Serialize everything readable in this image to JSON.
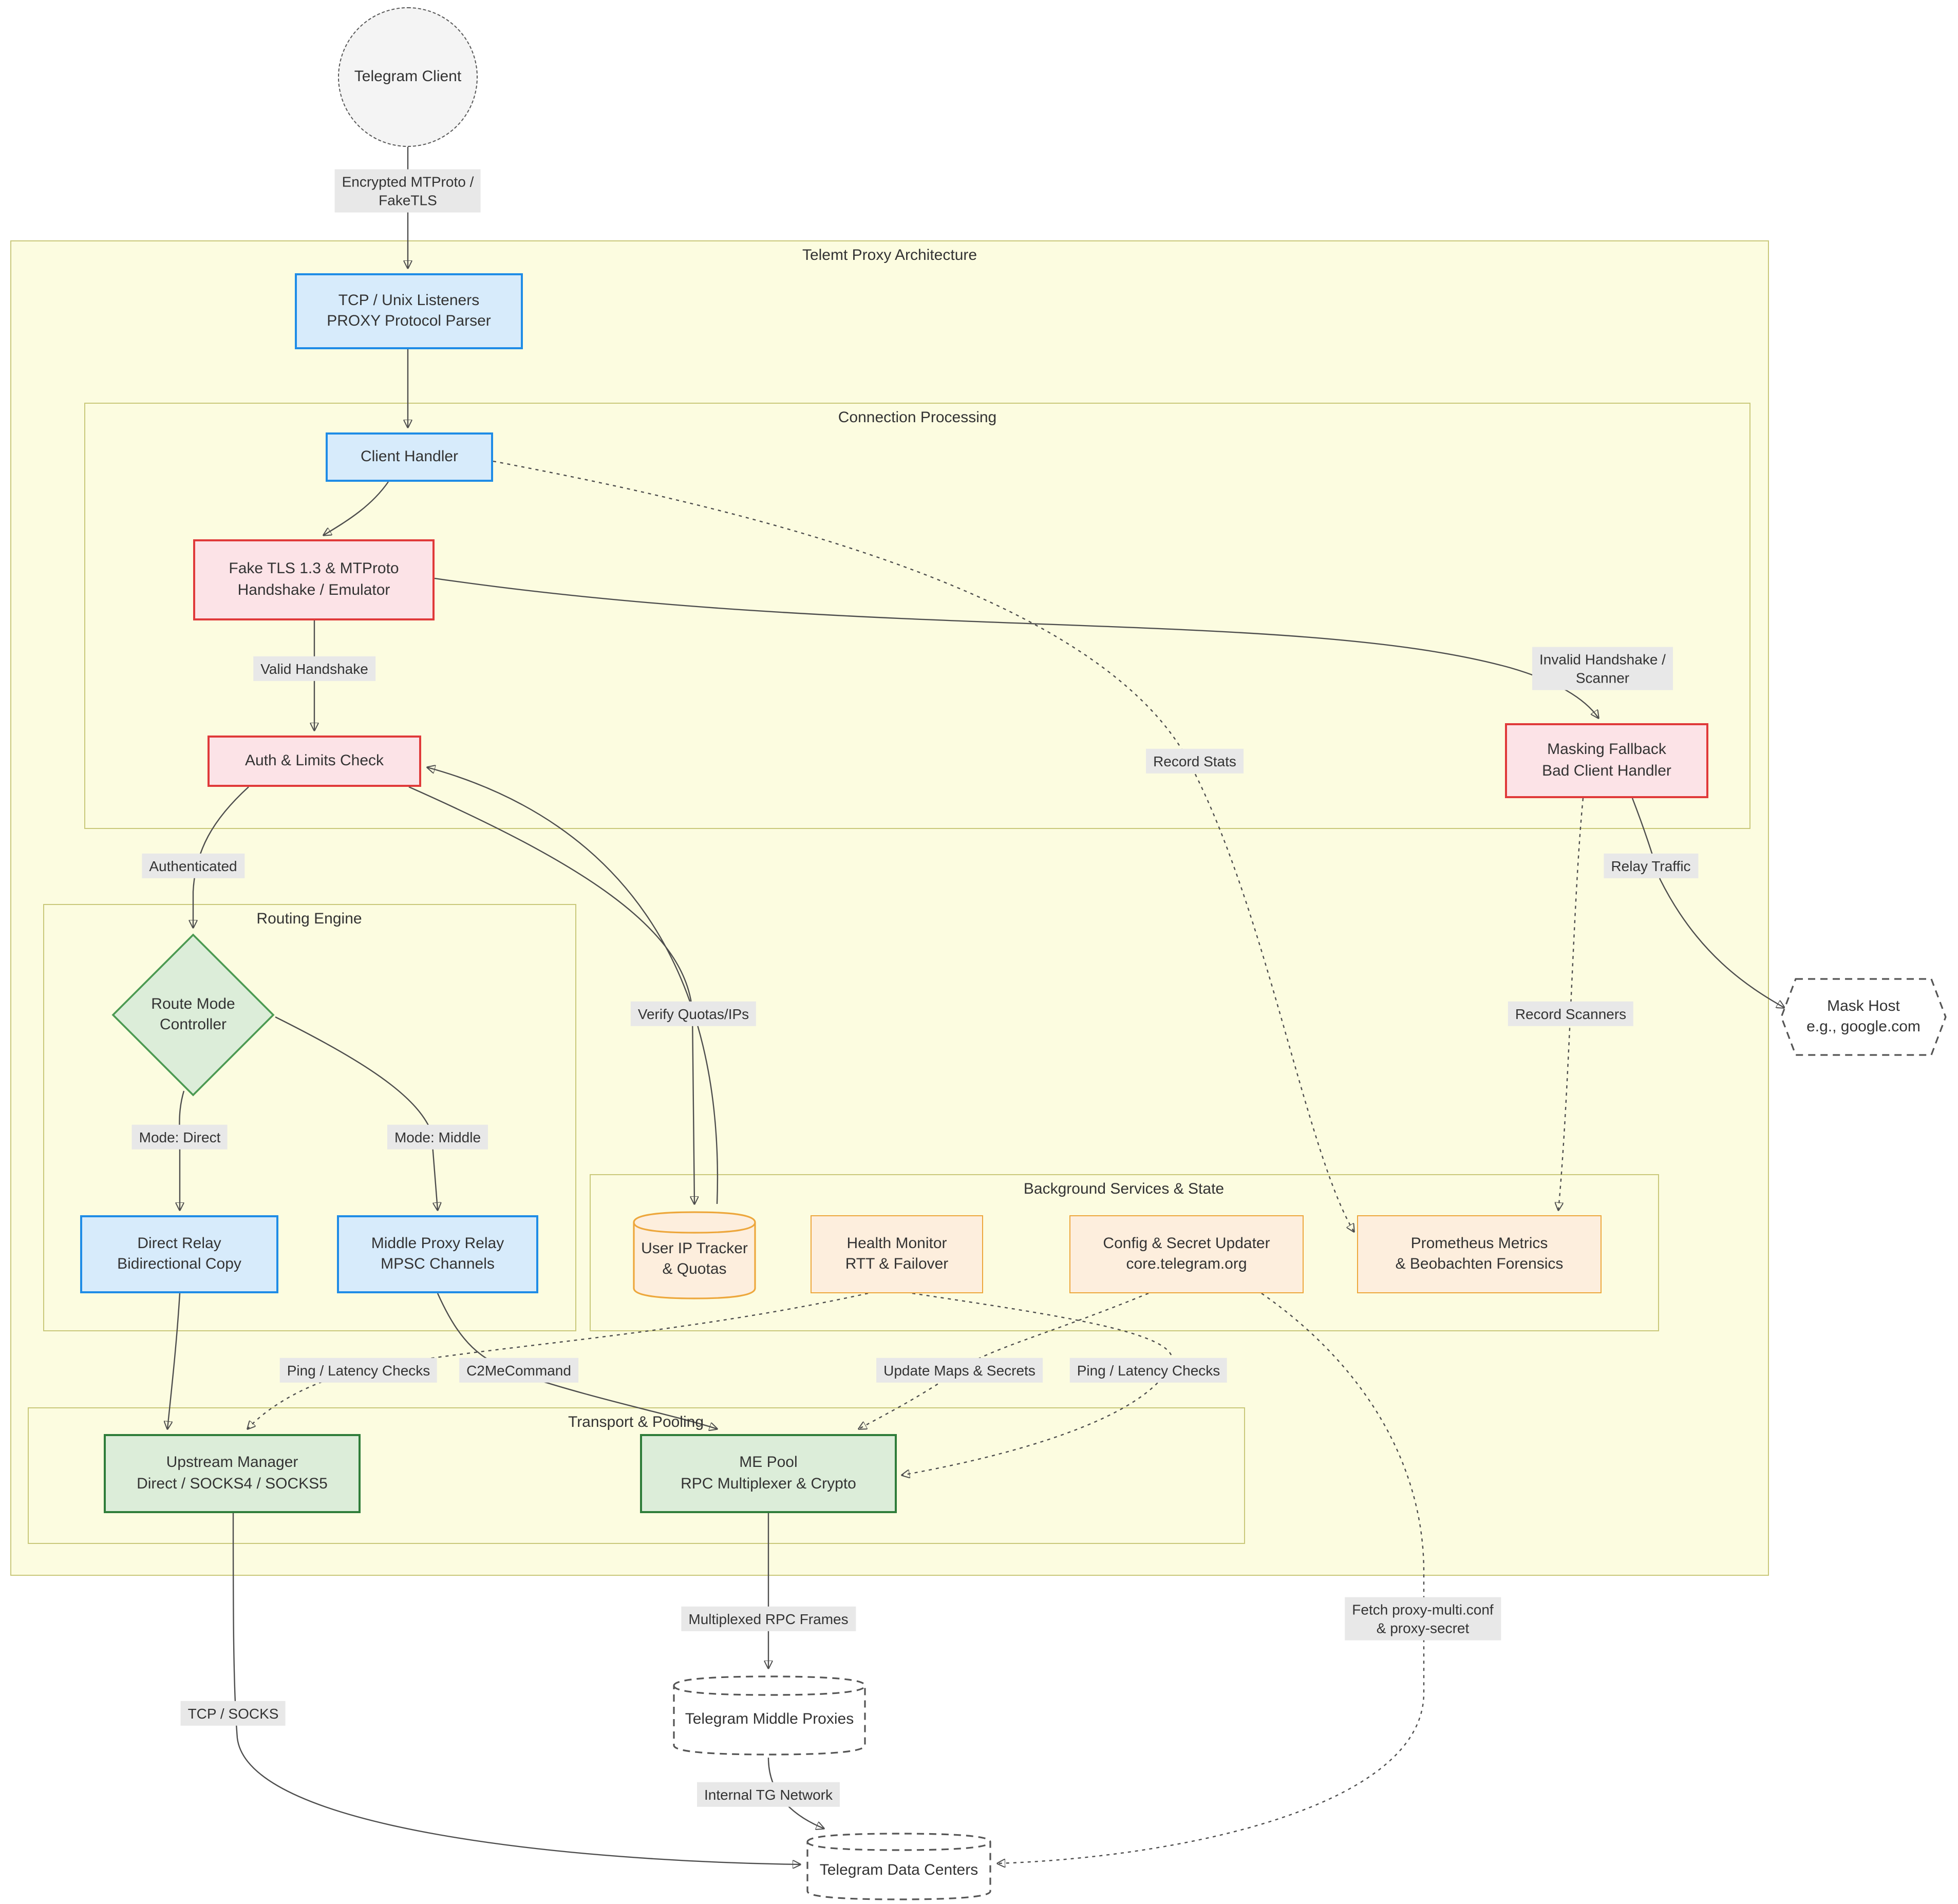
{
  "diagram": {
    "titles": {
      "outer": "Telemt Proxy Architecture",
      "connection": "Connection Processing",
      "routing": "Routing Engine",
      "background": "Background Services & State",
      "transport": "Transport & Pooling"
    },
    "nodes": {
      "client": "Telegram Client",
      "listeners": "TCP / Unix Listeners\nPROXY Protocol Parser",
      "client_handler": "Client Handler",
      "fake_tls": "Fake TLS 1.3 & MTProto\nHandshake / Emulator",
      "auth": "Auth & Limits Check",
      "masking": "Masking Fallback\nBad Client Handler",
      "route_mode": "Route Mode\nController",
      "direct_relay": "Direct Relay\nBidirectional Copy",
      "middle_relay": "Middle Proxy Relay\nMPSC Channels",
      "ip_tracker": "User IP Tracker\n& Quotas",
      "health_monitor": "Health Monitor\nRTT & Failover",
      "config_updater": "Config & Secret Updater\ncore.telegram.org",
      "prometheus": "Prometheus Metrics\n& Beobachten Forensics",
      "upstream_manager": "Upstream Manager\nDirect / SOCKS4 / SOCKS5",
      "me_pool": "ME Pool\nRPC Multiplexer & Crypto",
      "mask_host": "Mask Host\ne.g., google.com",
      "middle_proxies": "Telegram Middle Proxies",
      "data_centers": "Telegram Data Centers"
    },
    "edge_labels": {
      "encrypted": "Encrypted MTProto /\nFakeTLS",
      "valid": "Valid Handshake",
      "invalid": "Invalid Handshake /\nScanner",
      "record_stats": "Record Stats",
      "authenticated": "Authenticated",
      "verify": "Verify Quotas/IPs",
      "mode_direct": "Mode: Direct",
      "mode_middle": "Mode: Middle",
      "record_scanners": "Record Scanners",
      "relay_traffic": "Relay Traffic",
      "ping": "Ping / Latency Checks",
      "c2me": "C2MeCommand",
      "update_maps": "Update Maps & Secrets",
      "fetch": "Fetch proxy-multi.conf\n& proxy-secret",
      "tcp_socks": "TCP / SOCKS",
      "rpc_frames": "Multiplexed RPC Frames",
      "internal": "Internal TG Network"
    },
    "colors": {
      "container_fill": "#fcfce0",
      "container_border": "#c9c87a",
      "blue_fill": "#d7ebfb",
      "blue_border": "#1f8ce6",
      "red_fill": "#fce3e7",
      "red_border": "#e03a3a",
      "green_fill": "#dcedd9",
      "green_border": "#2f7d3a",
      "orange_fill": "#fdeedd",
      "orange_border": "#eda73c",
      "edge_label_bg": "#e8e8e8",
      "line": "#4d4d4d"
    }
  }
}
